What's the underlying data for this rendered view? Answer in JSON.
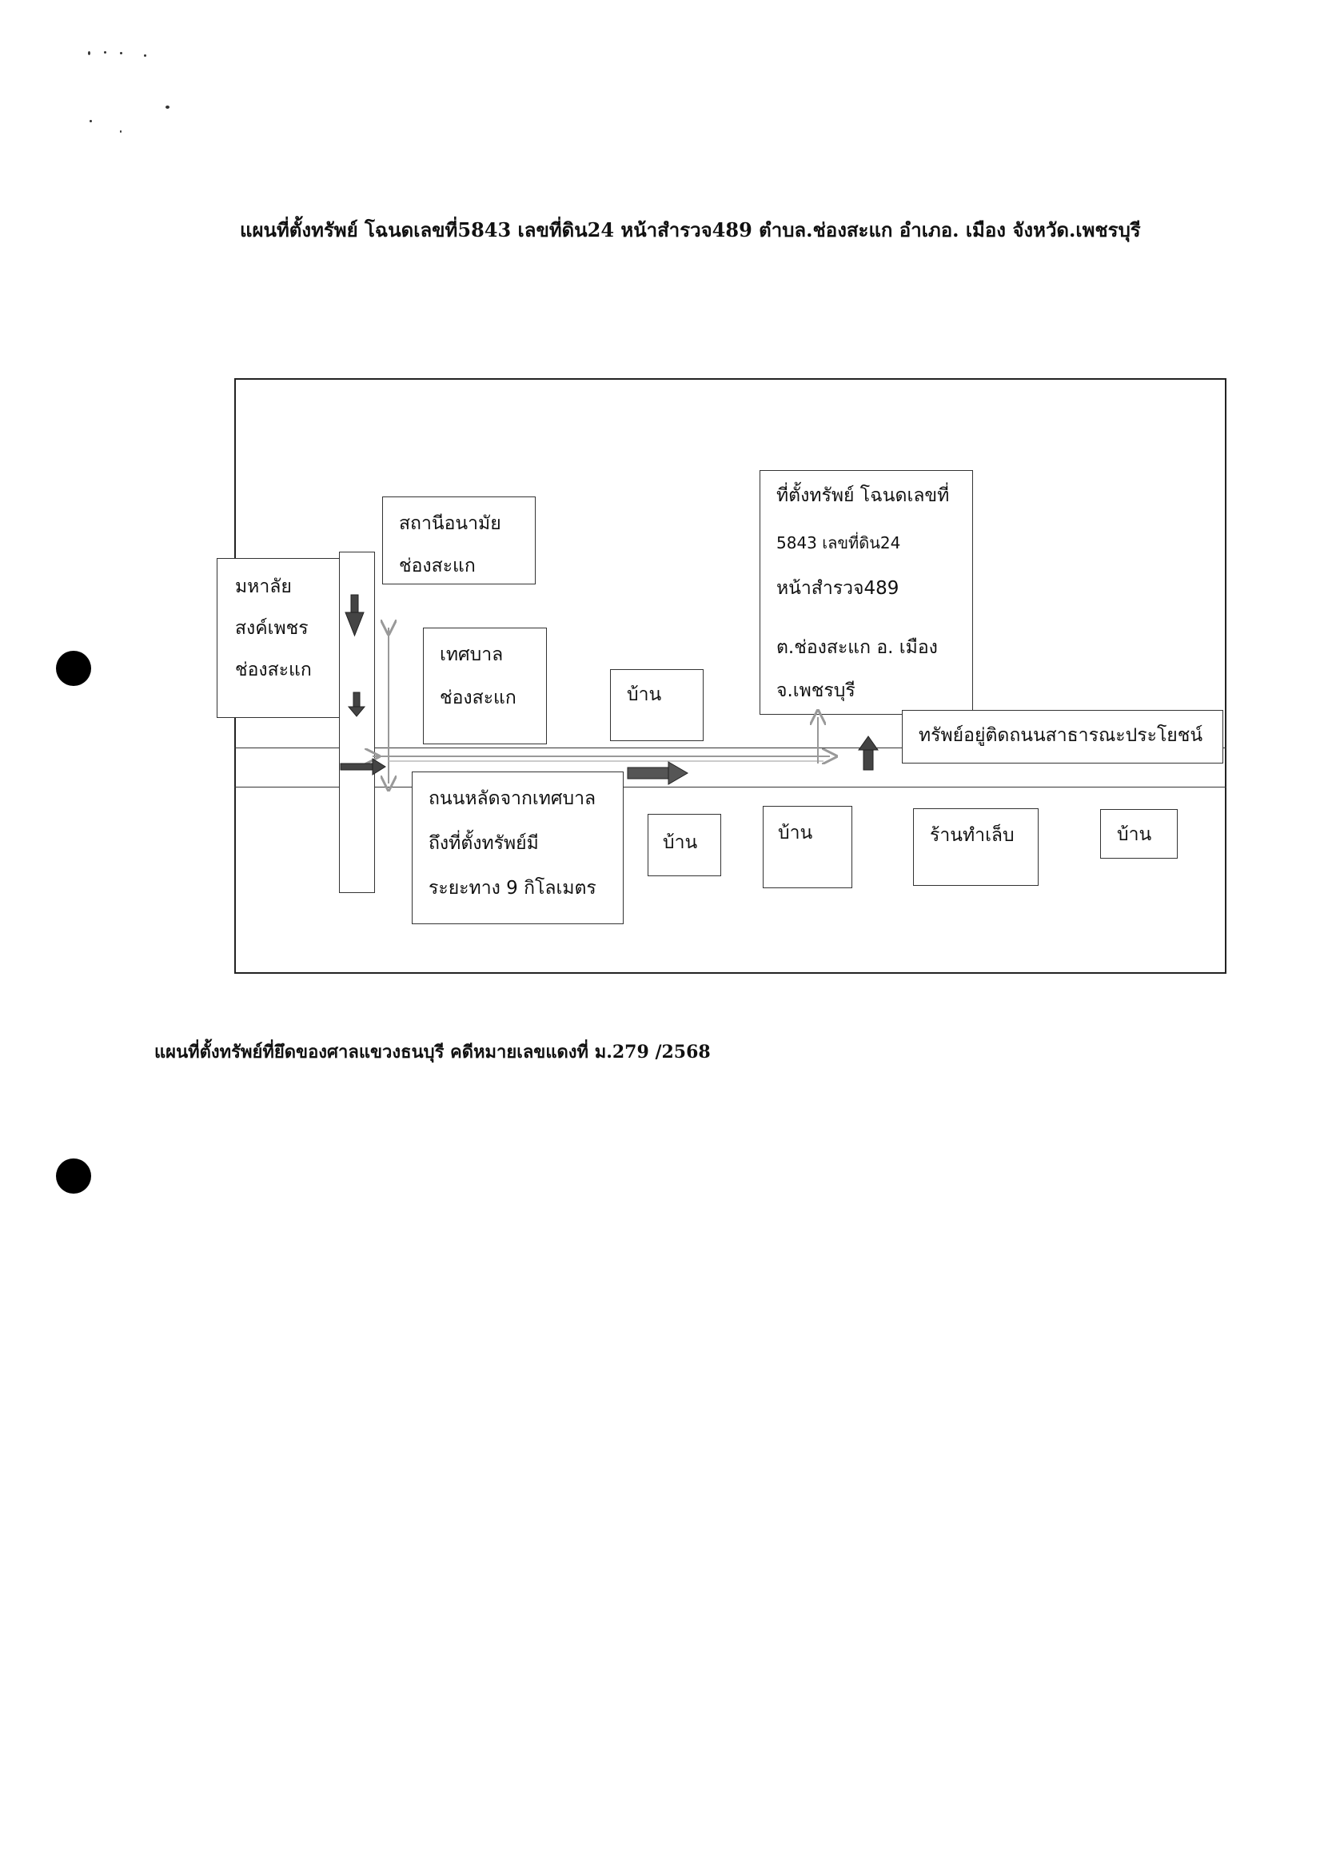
{
  "title": "แผนที่ตั้งทรัพย์ โฉนดเลขที่5843 เลขที่ดิน24  หน้าสำรวจ489  ตำบล.ช่องสะแก  อำเภอ. เมือง  จังหวัด.เพชรบุรี",
  "caption": "แผนที่ตั้งทรัพย์ที่ยึดของศาลแขวงธนบุรี    คดีหมายเลขแดงที่ ม.279 /2568",
  "map": {
    "university": [
      "มหาลัย",
      "สงค์เพชร",
      "ช่องสะแก"
    ],
    "health_station": [
      "สถานีอนามัย",
      "ช่องสะแก"
    ],
    "municipality": [
      "เทศบาล",
      "ช่องสะแก"
    ],
    "house_upper": "บ้าน",
    "property": [
      "ที่ตั้งทรัพย์ โฉนดเลขที่",
      "5843 เลขที่ดิน24",
      "หน้าสำรวจ489",
      "ต.ช่องสะแก  อ. เมือง",
      "จ.เพชรบุรี"
    ],
    "public_road_note": "ทรัพย์อยู่ติดถนนสาธารณะประโยชน์",
    "main_road": [
      "ถนนหลัดจากเทศบาล",
      "ถึงที่ตั้งทรัพย์มี",
      "ระยะทาง 9 กิโลเมตร"
    ],
    "house_lower_1": "บ้าน",
    "house_lower_2": "บ้าน",
    "nail_shop": "ร้านทำเล็บ",
    "house_lower_3": "บ้าน"
  }
}
